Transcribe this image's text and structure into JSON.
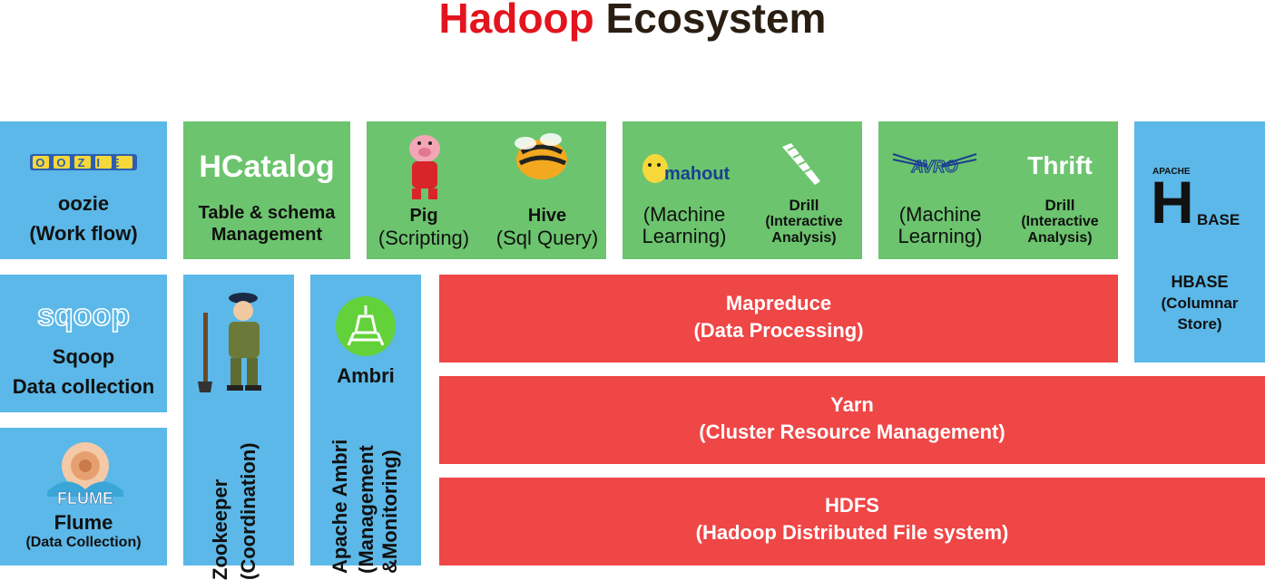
{
  "title": {
    "part1": "Hadoop",
    "part2": "Ecosystem"
  },
  "colors": {
    "blue": "#5bb8e8",
    "green": "#6cc46e",
    "red": "#ef4646",
    "title_red": "#e3141d",
    "title_dark": "#2a1e12"
  },
  "oozie": {
    "logo": "OOZIE",
    "name": "oozie",
    "desc": "(Work flow)"
  },
  "sqoop": {
    "logo": "sqoop",
    "name": "Sqoop",
    "desc": "Data collection"
  },
  "flume": {
    "logo": "FLUME",
    "name": "Flume",
    "desc": "(Data Collection)"
  },
  "hcatalog": {
    "logo": "HCatalog",
    "line1": "Table & schema",
    "line2": "Management"
  },
  "pig": {
    "name": "Pig",
    "desc": "(Scripting)"
  },
  "hive": {
    "name": "Hive",
    "desc": "(Sql Query)"
  },
  "mahout": {
    "logo": "mahout",
    "line1": "(Machine",
    "line2": "Learning)"
  },
  "drill1": {
    "name": "Drill",
    "line1": "(Interactive",
    "line2": "Analysis)"
  },
  "avro": {
    "logo": "AVRO",
    "line1": "(Machine",
    "line2": "Learning)"
  },
  "thrift": {
    "logo": "Thrift",
    "name": "Drill",
    "line1": "(Interactive",
    "line2": "Analysis)"
  },
  "hbase": {
    "logo_small": "APACHE",
    "logo_big": "H",
    "logo_rest": "BASE",
    "name": "HBASE",
    "line1": "(Columnar",
    "line2": "Store)"
  },
  "zookeeper": {
    "name": "Zookeeper",
    "desc": "(Coordination)"
  },
  "ambari": {
    "name": "Ambri",
    "vline1": "Apache Ambri",
    "vline2": "(Management",
    "vline3": "&Monitoring)"
  },
  "mapreduce": {
    "name": "Mapreduce",
    "desc": "(Data Processing)"
  },
  "yarn": {
    "name": "Yarn",
    "desc": "(Cluster Resource Management)"
  },
  "hdfs": {
    "name": "HDFS",
    "desc": "(Hadoop Distributed File system)"
  }
}
